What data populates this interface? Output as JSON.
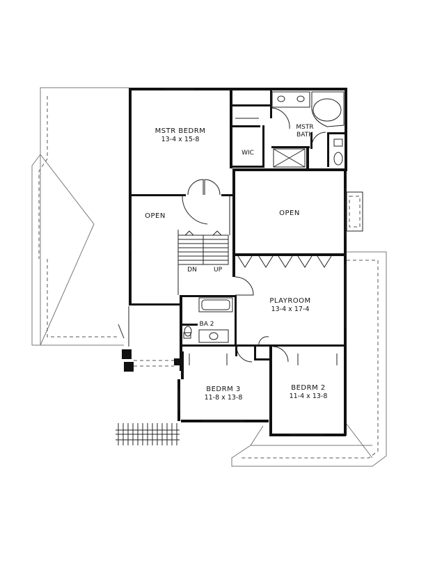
{
  "rooms": {
    "master_bedroom": {
      "name": "MSTR BEDRM",
      "size": "13-4 x 15-8"
    },
    "master_bath": {
      "line1": "MSTR",
      "line2": "BATH"
    },
    "walk_in_closet": {
      "name": "WIC"
    },
    "open_left": {
      "name": "OPEN"
    },
    "open_right": {
      "name": "OPEN"
    },
    "playroom": {
      "name": "PLAYROOM",
      "size": "13-4 x 17-4"
    },
    "bath_2": {
      "name": "BA 2"
    },
    "bedroom_3": {
      "name": "BEDRM 3",
      "size": "11-8 x 13-8"
    },
    "bedroom_2": {
      "name": "BEDRM 2",
      "size": "11-4 x 13-8"
    }
  },
  "stairs": {
    "down": "DN",
    "up": "UP"
  }
}
